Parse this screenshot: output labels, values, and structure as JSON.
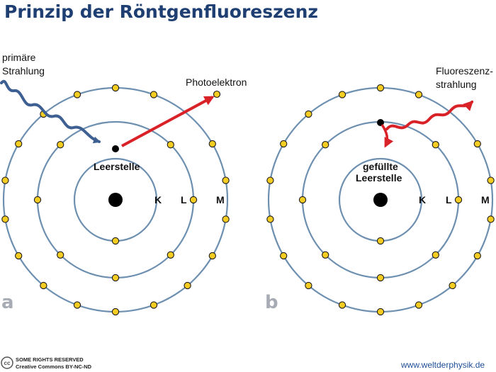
{
  "title": "Prinzip der Röntgenfluoreszenz",
  "panel_a": {
    "letter": "a",
    "primary_label_1": "primäre",
    "primary_label_2": "Strahlung",
    "photoelectron_label": "Photoelektron",
    "vacancy_label": "Leerstelle",
    "shell_k": "K",
    "shell_l": "L",
    "shell_m": "M"
  },
  "panel_b": {
    "letter": "b",
    "fluorescence_label_1": "Fluoreszenz-",
    "fluorescence_label_2": "strahlung",
    "filled_label_1": "gefüllte",
    "filled_label_2": "Leerstelle",
    "shell_k": "K",
    "shell_l": "L",
    "shell_m": "M"
  },
  "footer": {
    "cc_symbol": "cc",
    "rights_1": "SOME RIGHTS RESERVED",
    "rights_2": "Creative Commons BY-NC-ND",
    "url": "www.weltderphysik.de"
  },
  "colors": {
    "title": "#1f3f73",
    "orbit": "#6d8fb0",
    "electron": "#f5cc22",
    "primary_wave": "#3d5f92",
    "emission": "#d92128",
    "panel_letter": "#a7abb3"
  },
  "icons": {
    "nucleus": "black-circle",
    "electron": "yellow-circle",
    "vacancy": "black-dot",
    "license": "cc-icon"
  }
}
